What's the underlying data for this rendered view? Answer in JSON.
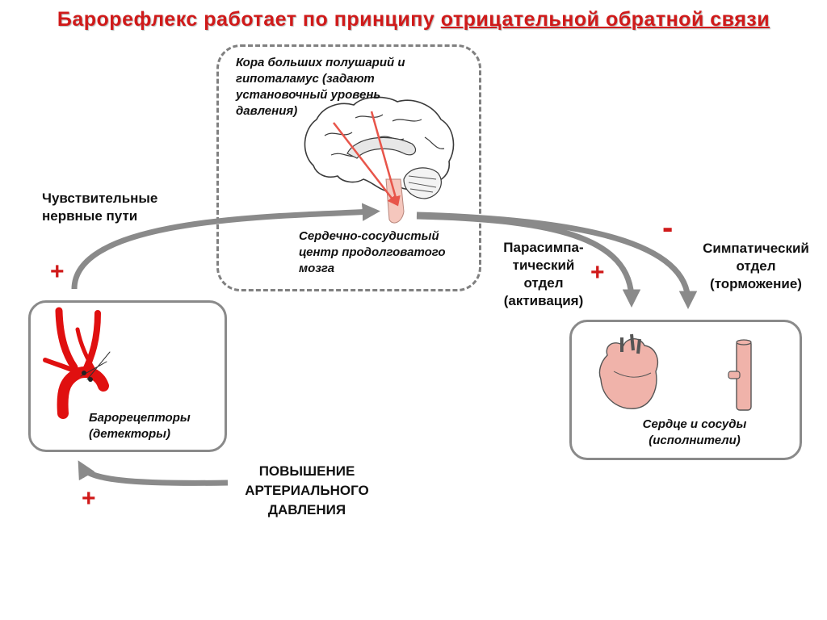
{
  "title": {
    "lead": "Барорефлекс работает по принципу",
    "emphasis": "отрицательной обратной связи"
  },
  "brain_box": {
    "cortex_label": "Кора больших полушарий и гипоталамус (задают установочный уровень давления)",
    "center_label": "Сердечно-сосудистый центр продолговатого мозга"
  },
  "pathways": {
    "sensory": "Чувствительные нервные пути",
    "parasympathetic": "Парасимпа-тический отдел (активация)",
    "sympathetic": "Симпатический отдел (торможение)"
  },
  "receptors": {
    "label": "Барорецепторы (детекторы)"
  },
  "effectors": {
    "label": "Сердце и сосуды (исполнители)"
  },
  "stimulus": {
    "label": "ПОВЫШЕНИЕ АРТЕРИАЛЬНОГО ДАВЛЕНИЯ"
  },
  "signs": {
    "sensory": "+",
    "parasympathetic": "+",
    "sympathetic": "-",
    "pressure": "+"
  },
  "colors": {
    "accent": "#d01a1a",
    "arrow": "#8a8a8a",
    "tissue": "#f0b3aa",
    "artery": "#e01010"
  }
}
